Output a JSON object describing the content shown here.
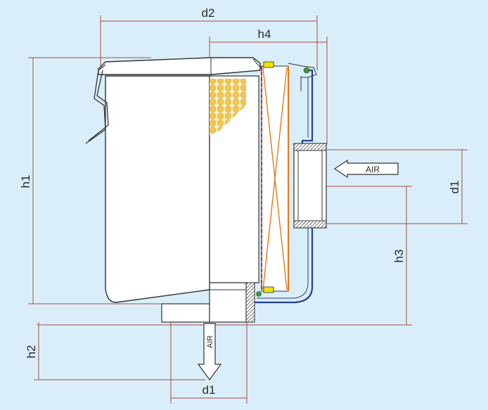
{
  "labels": {
    "d2": "d2",
    "h4": "h4",
    "h1": "h1",
    "d1_right": "d1",
    "h3": "h3",
    "h2": "h2",
    "d1_bottom": "d1",
    "air_in": "AIR",
    "air_out": "AIR"
  },
  "colors": {
    "background": "#d9eef8",
    "dimension_line": "#b04848",
    "housing_outline": "#2b3f8c",
    "filter_element": "#e07a1a",
    "body_fill": "#ffffff",
    "outline": "#333333",
    "seal_yellow": "#f2e000",
    "seal_green": "#3a9a3a",
    "cutaway_fill": "#f0d070"
  },
  "icons": {
    "inlet_arrow": "arrow-left-icon",
    "outlet_arrow": "arrow-down-icon"
  }
}
